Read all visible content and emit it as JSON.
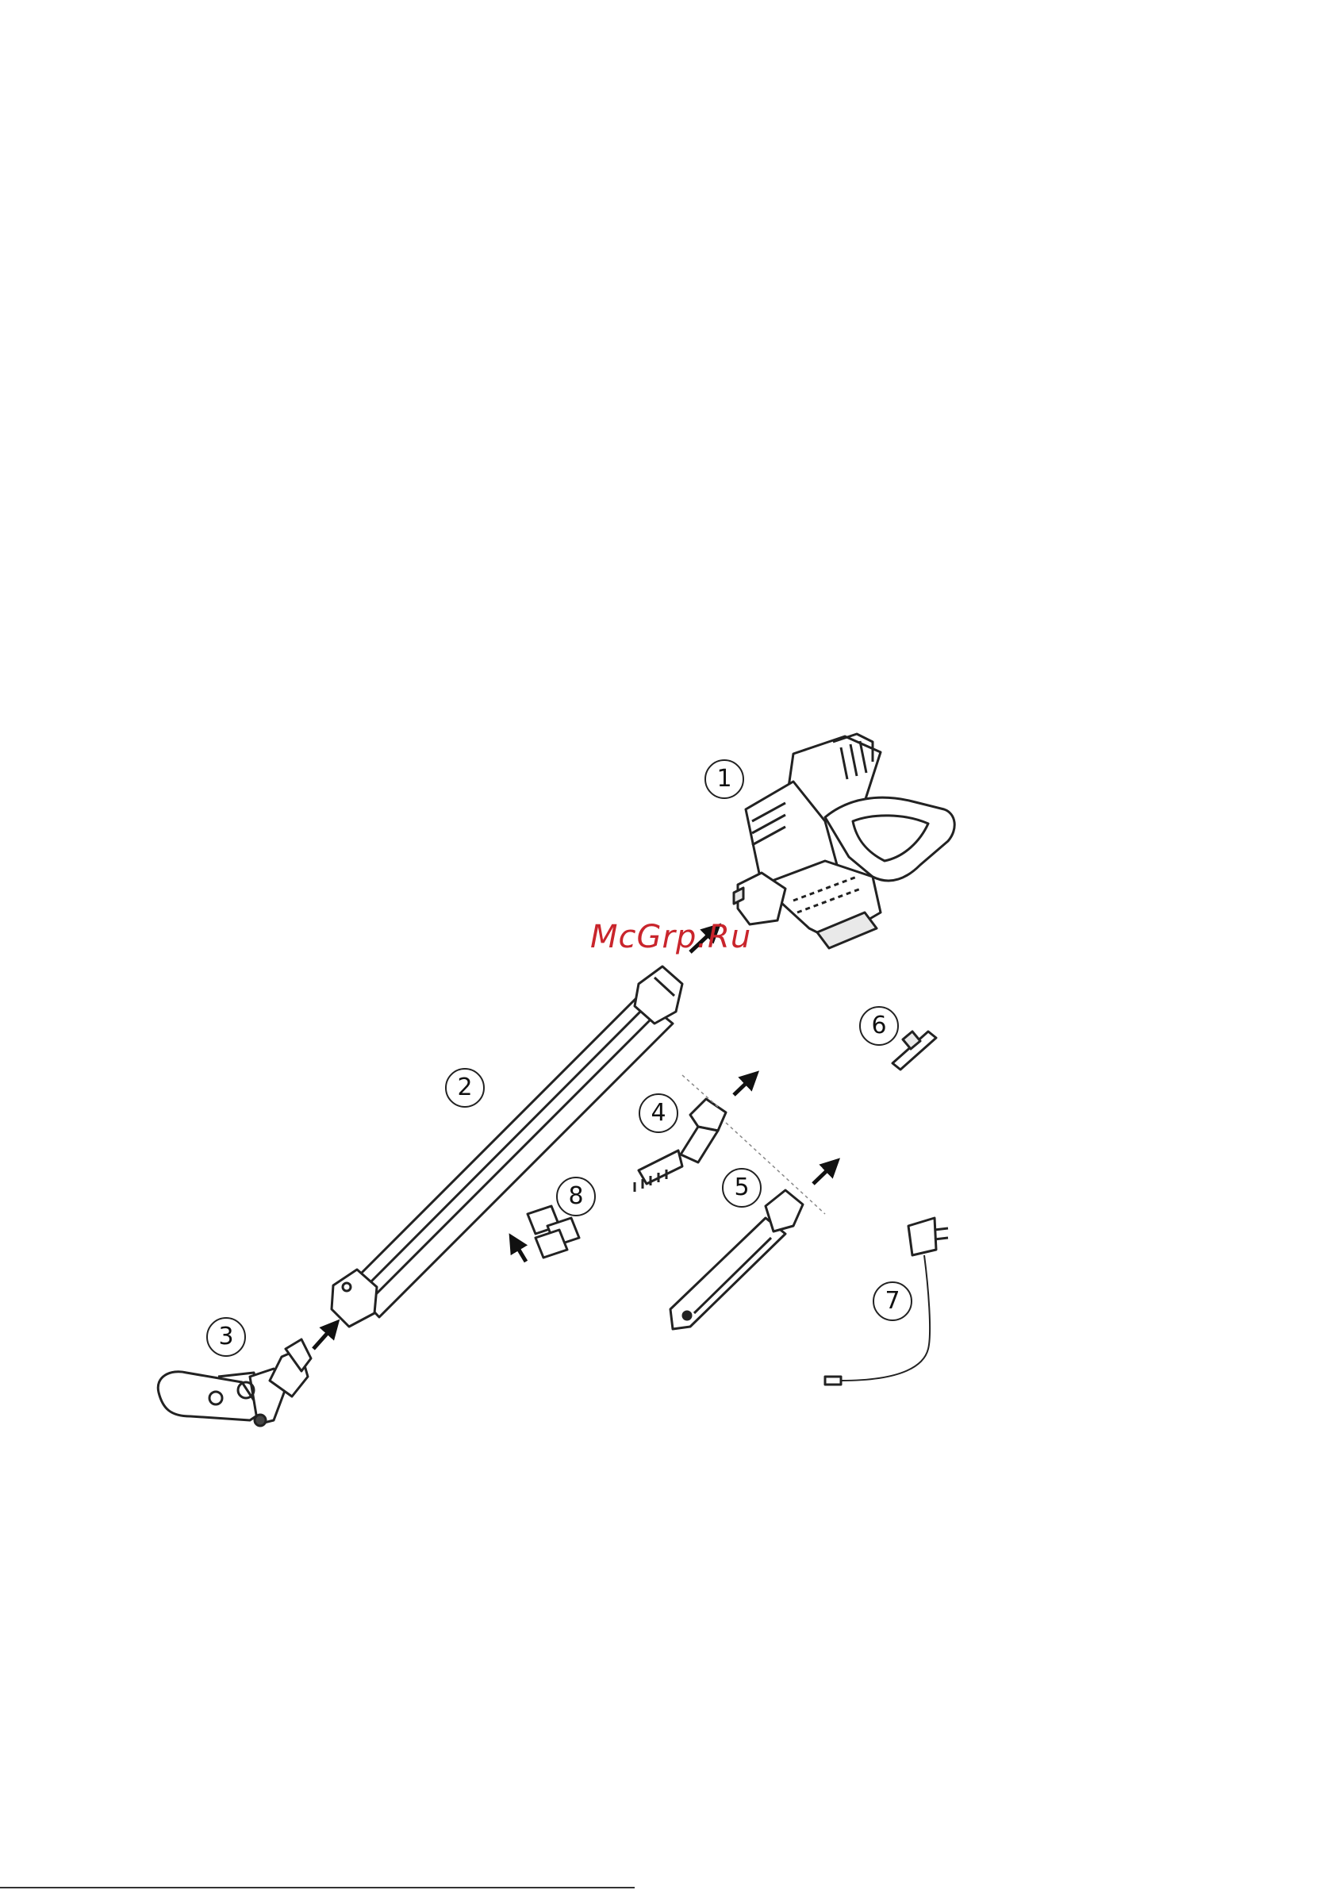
{
  "watermark": {
    "text": "McGrp.Ru",
    "color": "#c9252c"
  },
  "callouts": [
    {
      "id": "1",
      "part": "main-unit"
    },
    {
      "id": "2",
      "part": "extension-tube"
    },
    {
      "id": "3",
      "part": "floor-brush"
    },
    {
      "id": "4",
      "part": "brush-nozzle"
    },
    {
      "id": "5",
      "part": "crevice-tool"
    },
    {
      "id": "6",
      "part": "wall-bracket"
    },
    {
      "id": "7",
      "part": "charger-adapter"
    },
    {
      "id": "8",
      "part": "spare-filters"
    }
  ],
  "colors": {
    "line": "#222222",
    "fill": "#ffffff",
    "accent_fill": "#e9e9e9"
  }
}
